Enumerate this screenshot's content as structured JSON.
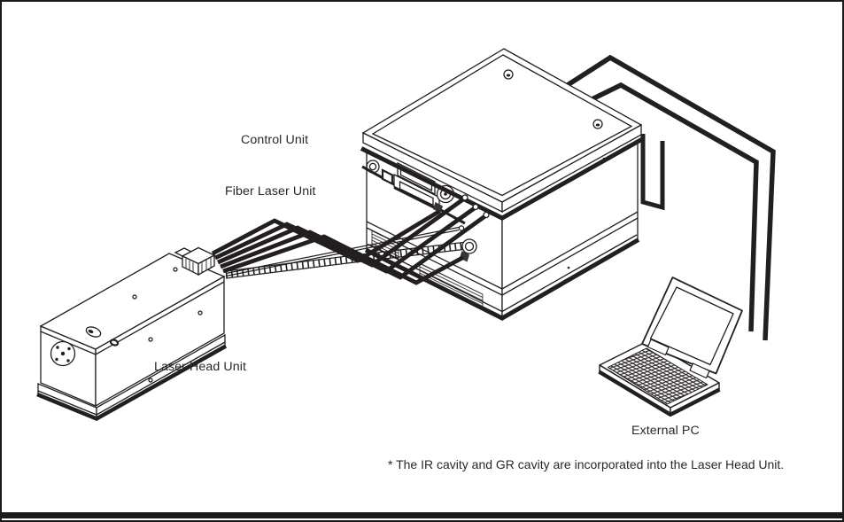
{
  "page": {
    "background": "#ffffff",
    "border_color": "#1a1a1a"
  },
  "diagram": {
    "labels": {
      "control_unit": "Control Unit",
      "fiber_laser_unit": "Fiber Laser Unit",
      "laser_head_unit": "Laser Head Unit",
      "external_pc": "External PC"
    },
    "footnote": "* The IR cavity and GR cavity are incorporated into the Laser Head Unit.",
    "colors": {
      "line": "#231f20",
      "fill": "#ffffff"
    }
  }
}
